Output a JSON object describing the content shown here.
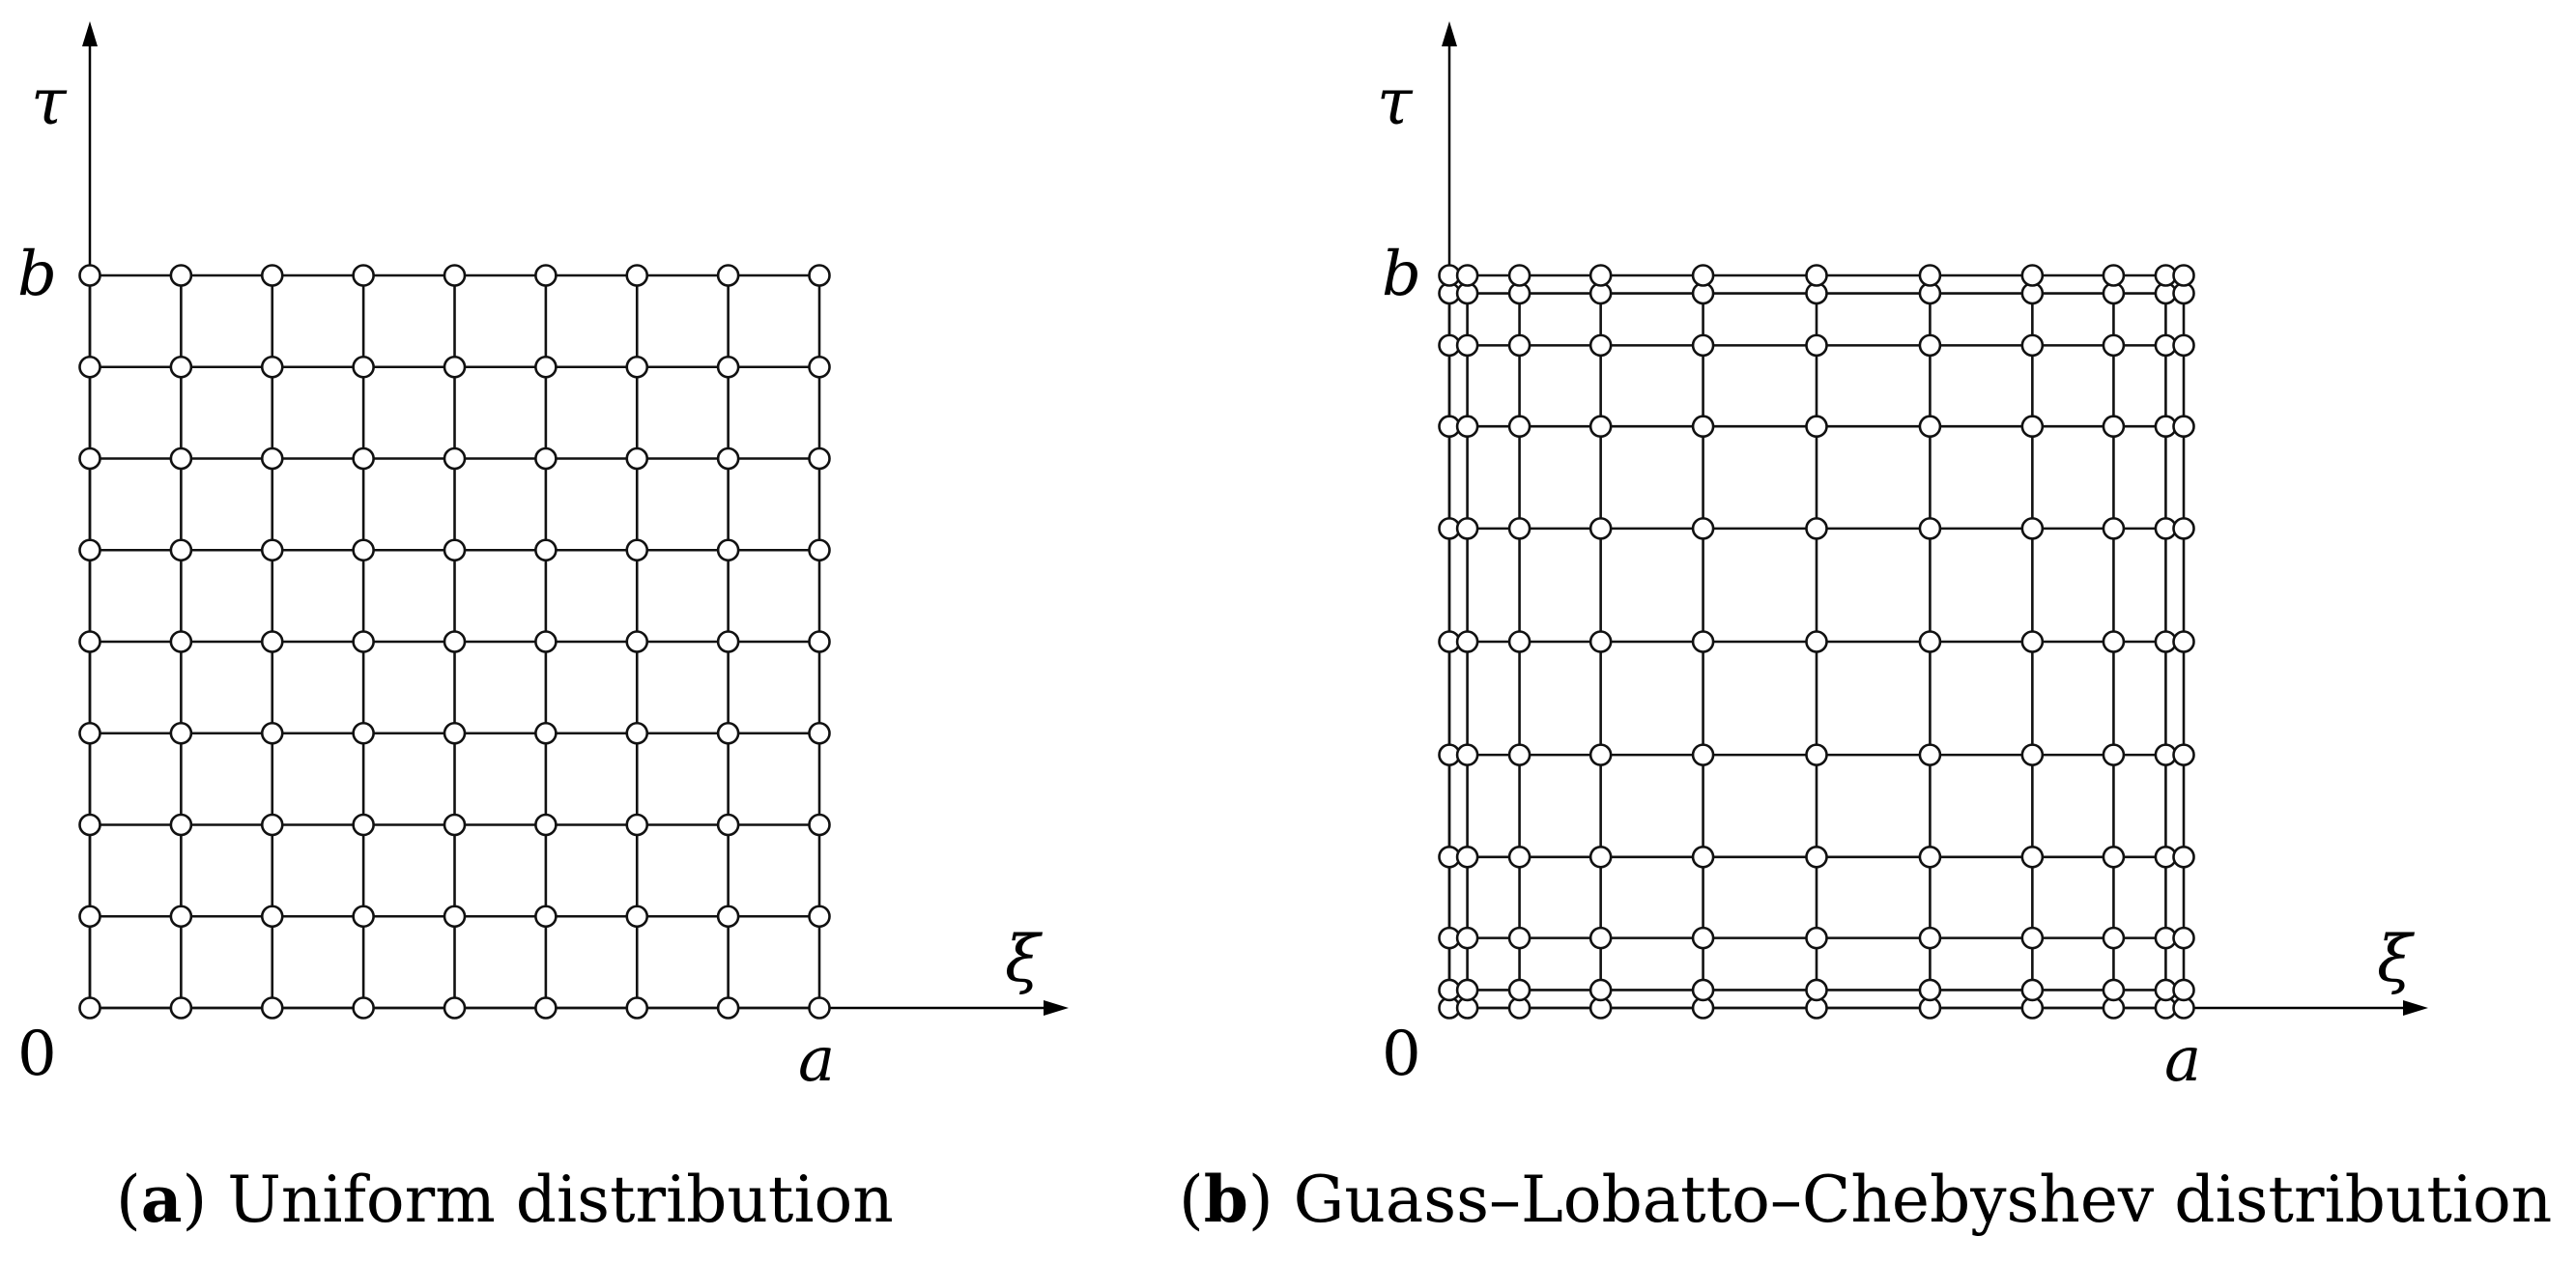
{
  "panels": [
    {
      "id": "a",
      "labels": {
        "y_axis": "τ",
        "x_axis": "ξ",
        "origin": "0",
        "y_end": "b",
        "x_end": "a"
      },
      "caption_tag": "a",
      "caption_text": "Uniform distribution",
      "grid_points": 9,
      "distribution": "uniform"
    },
    {
      "id": "b",
      "labels": {
        "y_axis": "τ",
        "x_axis": "ξ",
        "origin": "0",
        "y_end": "b",
        "x_end": "a"
      },
      "caption_tag": "b",
      "caption_text": "Guass–Lobatto–Chebyshev distribution",
      "grid_points": 11,
      "distribution": "gauss-lobatto-chebyshev"
    }
  ],
  "style": {
    "line_color": "#111111",
    "node_fill": "#ffffff"
  }
}
